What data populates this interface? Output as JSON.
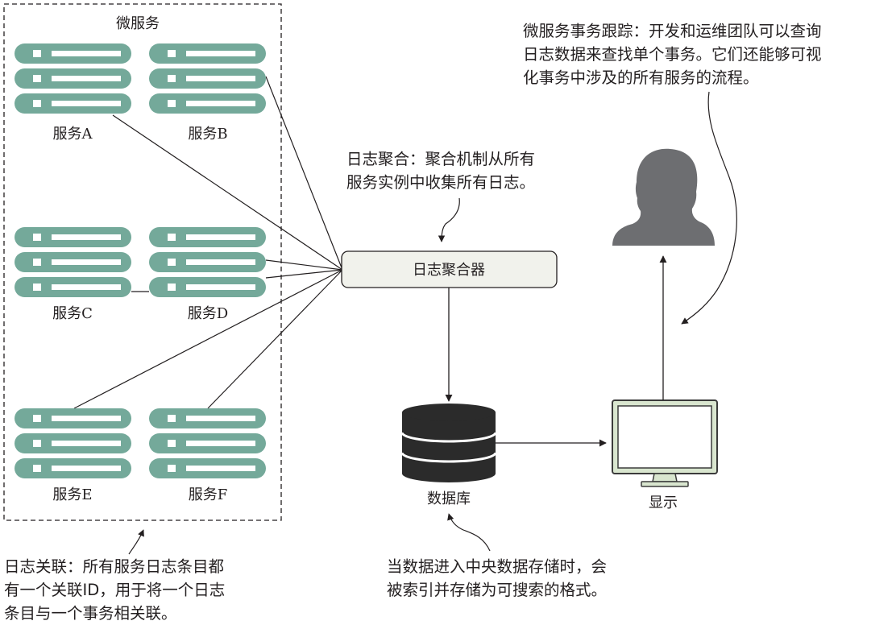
{
  "microservices": {
    "group_label": "微服务",
    "services": [
      {
        "label": "服务A"
      },
      {
        "label": "服务B"
      },
      {
        "label": "服务C"
      },
      {
        "label": "服务D"
      },
      {
        "label": "服务E"
      },
      {
        "label": "服务F"
      }
    ]
  },
  "aggregator": {
    "label": "日志聚合器"
  },
  "database": {
    "label": "数据库"
  },
  "display": {
    "label": "显示"
  },
  "annotations": {
    "aggregation": [
      "日志聚合：聚合机制从所有",
      "服务实例中收集所有日志。"
    ],
    "tracing": [
      "微服务事务跟踪：开发和运维团队可以查询",
      "日志数据来查找单个事务。它们还能够可视",
      "化事务中涉及的所有服务的流程。"
    ],
    "correlation": [
      "日志关联：所有服务日志条目都",
      "有一个关联ID，用于将一个日志",
      "条目与一个事务相关联。"
    ],
    "storage": [
      "当数据进入中央数据存储时，会",
      "被索引并存储为可搜索的格式。"
    ]
  },
  "colors": {
    "server_fill": "#74a99a",
    "server_slot": "#ffffff",
    "aggregator_fill": "#f1f2ec",
    "database_fill": "#2b2b2b",
    "monitor_fill": "#d9e6cf",
    "monitor_frame": "#3b3b3b",
    "person_fill": "#6d6e71"
  }
}
